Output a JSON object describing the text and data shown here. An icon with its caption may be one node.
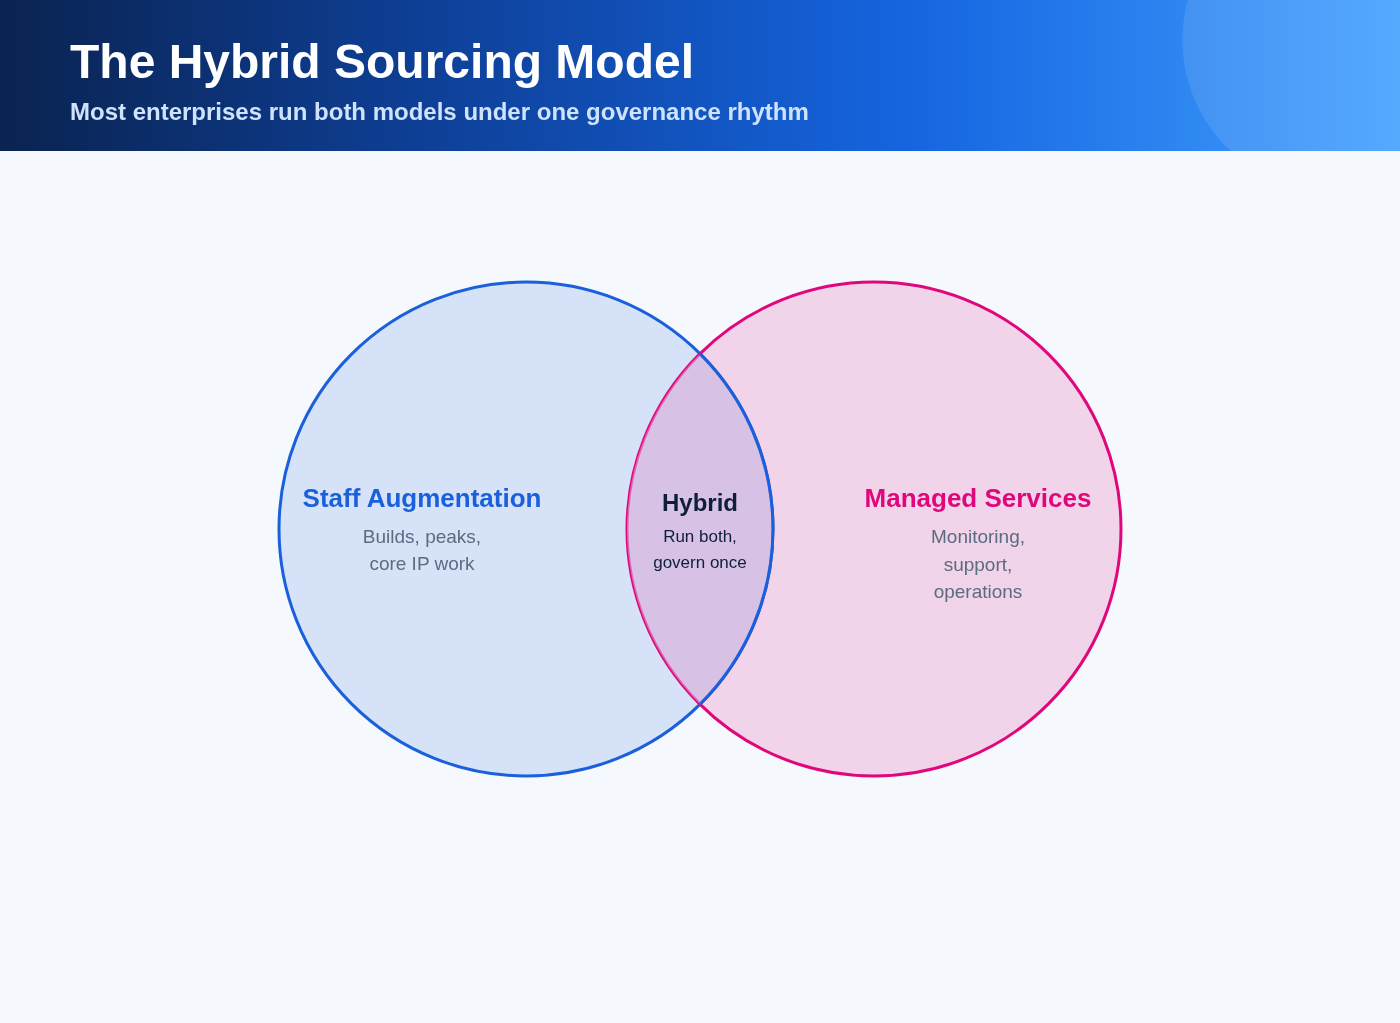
{
  "diagram": {
    "title": "The Hybrid Sourcing Model",
    "nodes": [
      {
        "text": [
          "Staff Augmentation",
          "Builds, peaks, core IP work"
        ]
      },
      {
        "text": [
          "Hybrid",
          "Run both, govern once"
        ]
      },
      {
        "text": [
          "Managed Services",
          "Monitoring, support, operations"
        ]
      }
    ],
    "labels": [
      "Most enterprises run both models under one governance rhythm"
    ]
  }
}
